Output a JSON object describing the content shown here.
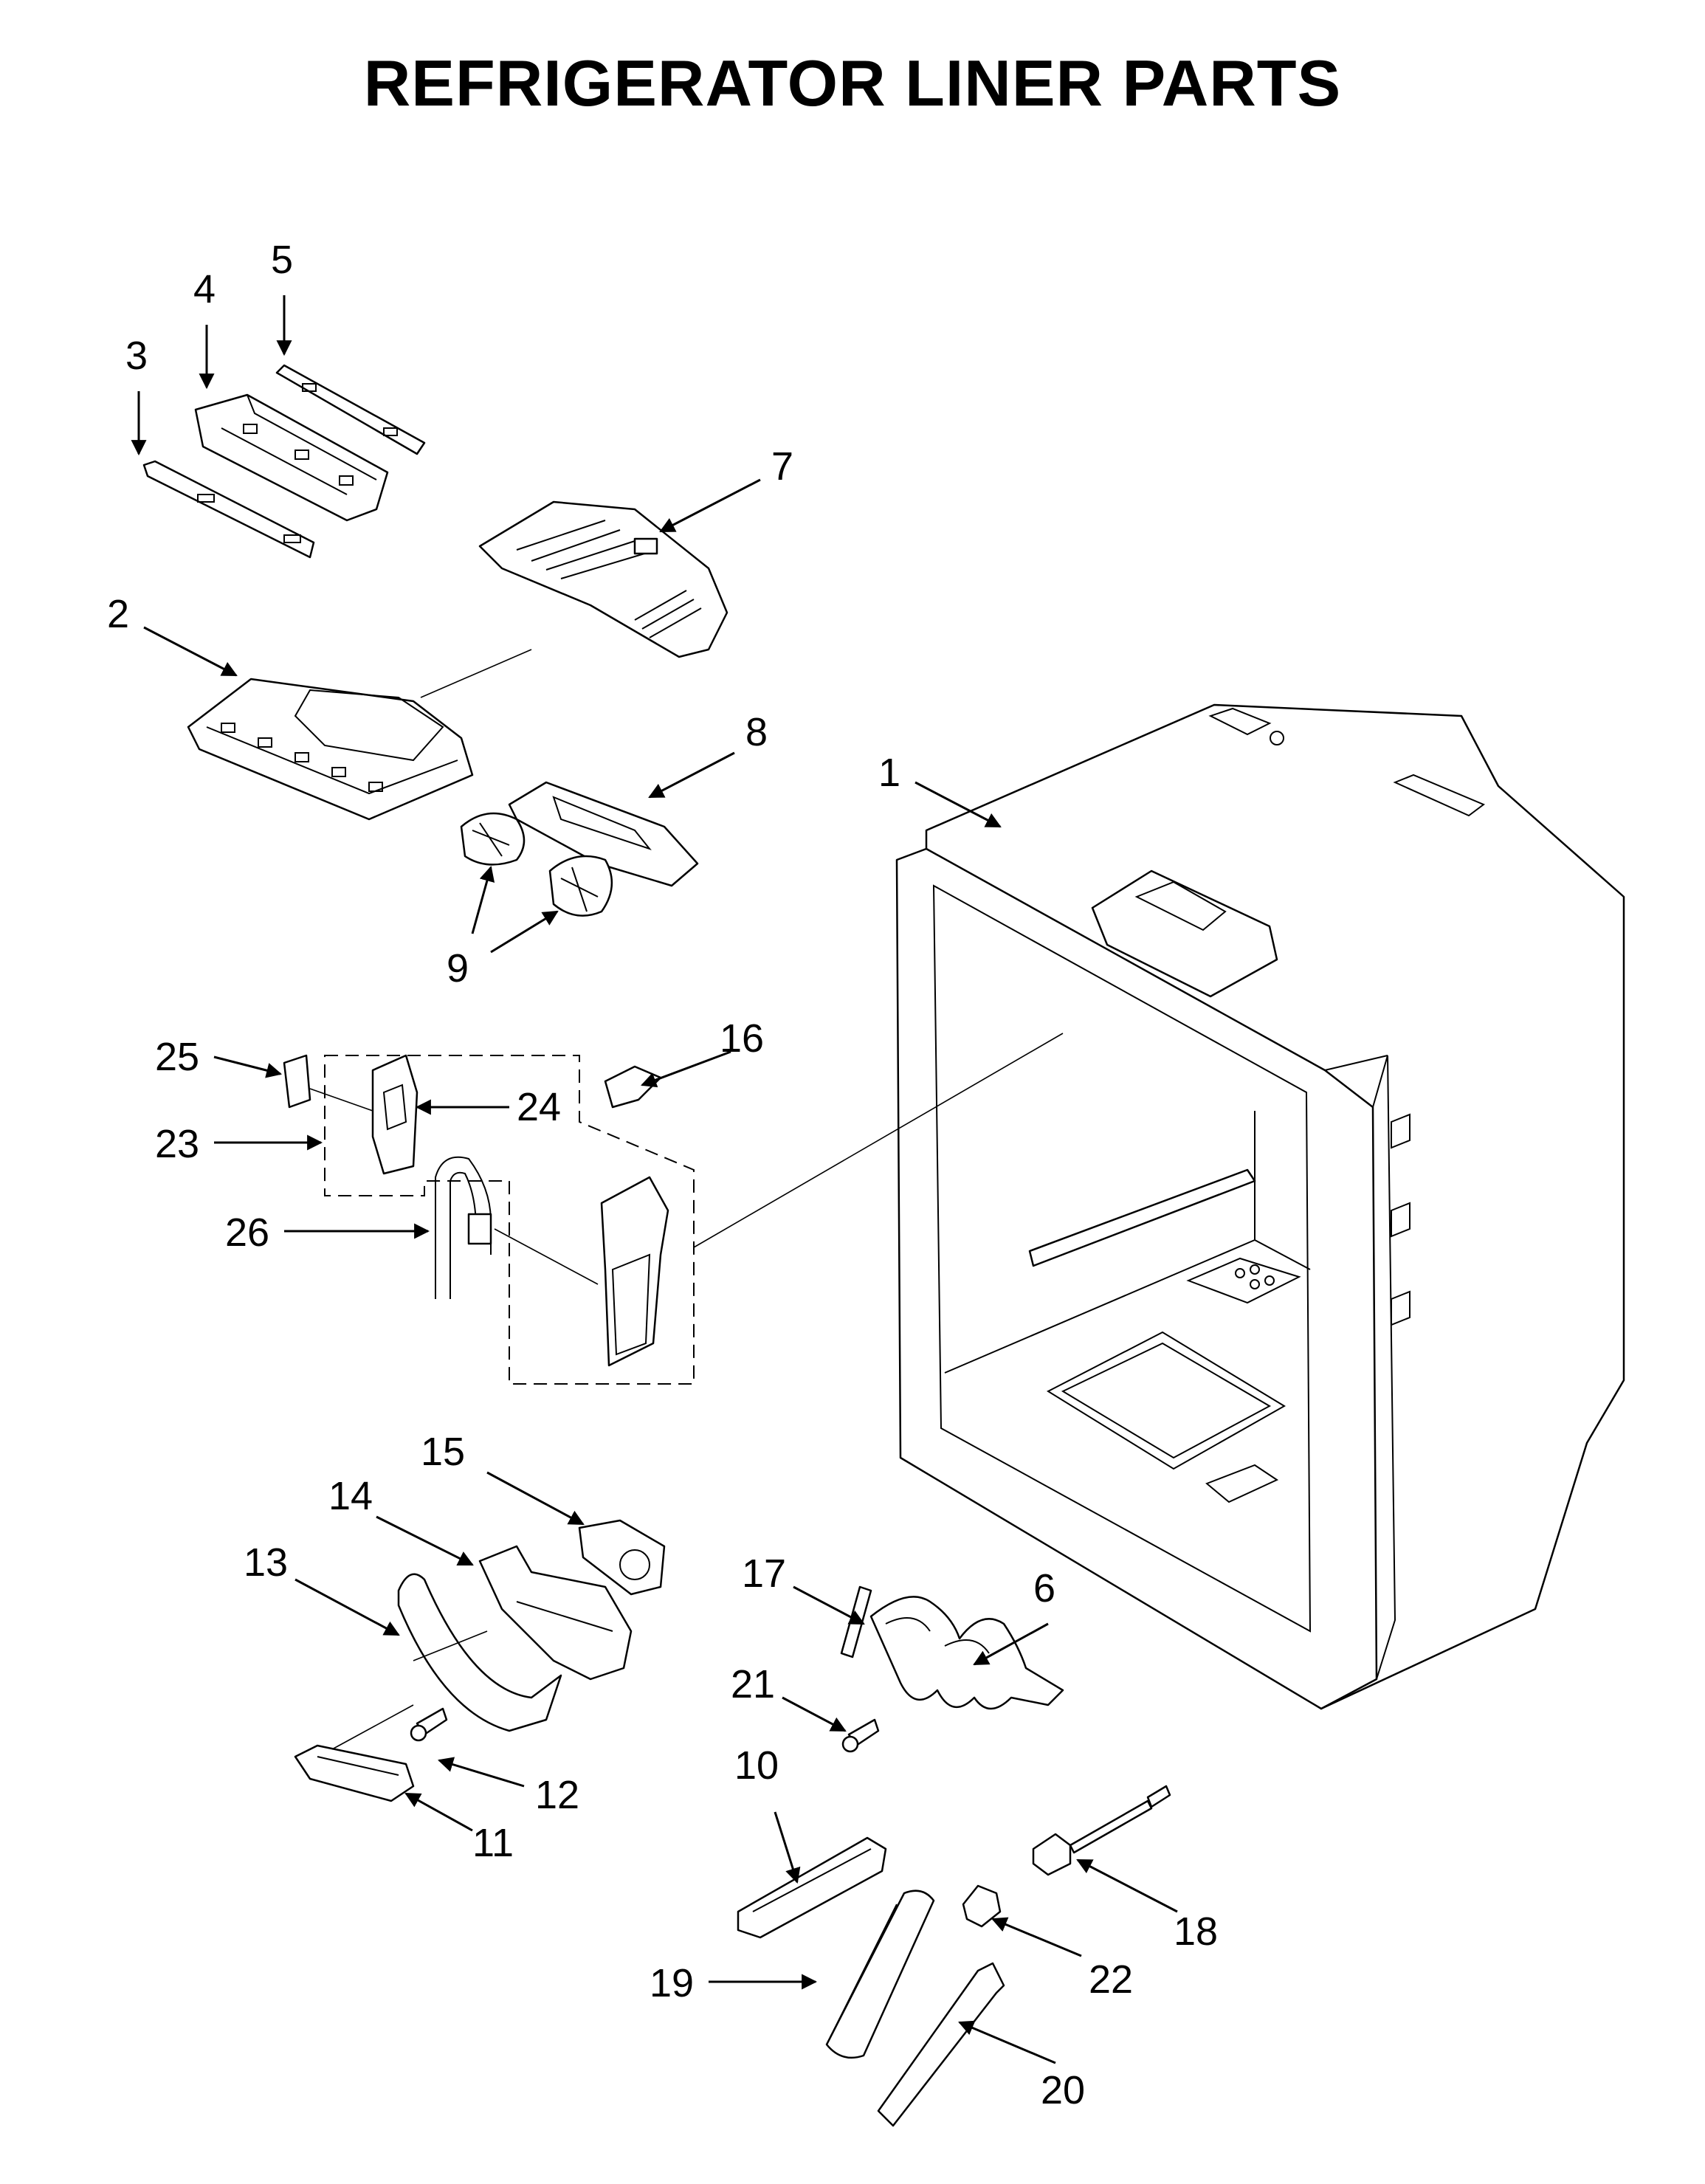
{
  "title": "REFRIGERATOR LINER PARTS",
  "callouts": [
    "1",
    "2",
    "3",
    "4",
    "5",
    "6",
    "7",
    "8",
    "9",
    "10",
    "11",
    "12",
    "13",
    "14",
    "15",
    "16",
    "17",
    "18",
    "19",
    "20",
    "21",
    "22",
    "23",
    "24",
    "25",
    "26"
  ]
}
